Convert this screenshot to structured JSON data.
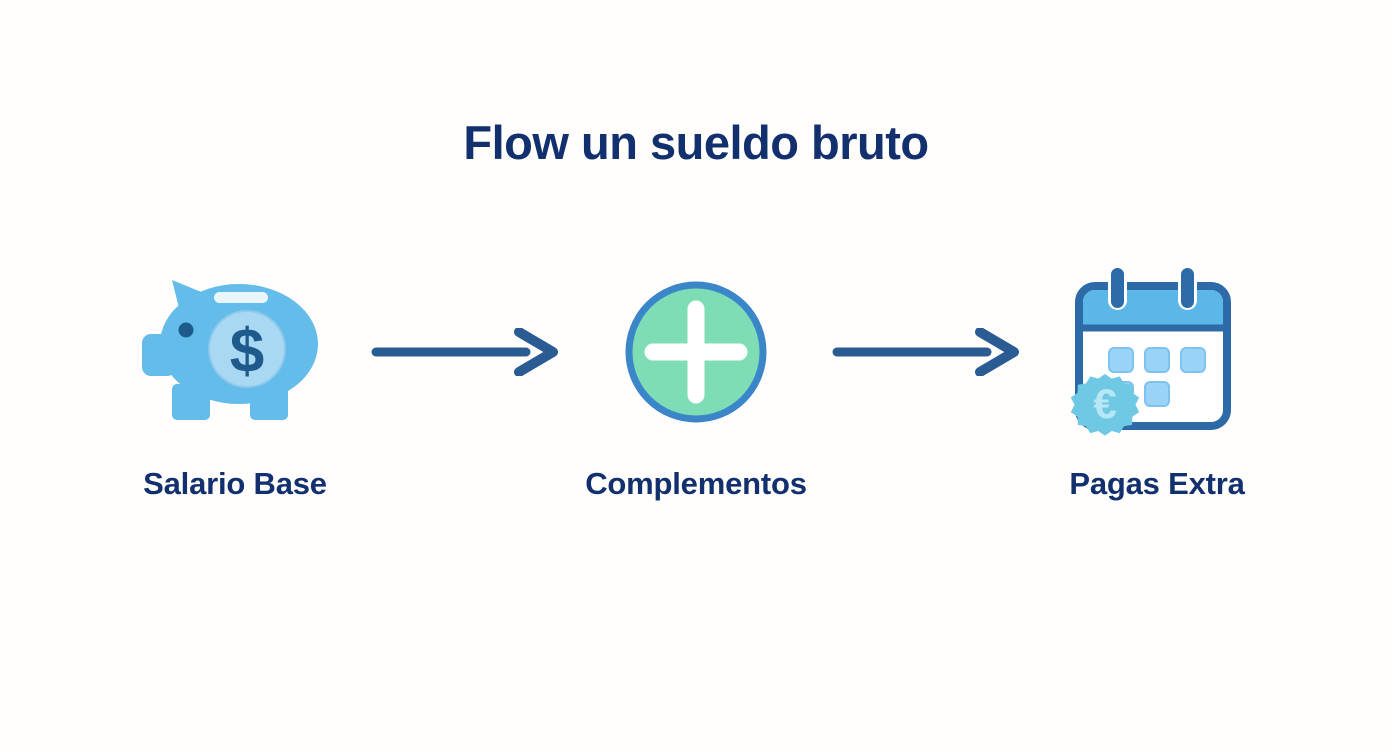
{
  "page": {
    "title": "Flow un sueldo bruto",
    "background_color": "#FFFEFD",
    "title_color": "#12306E"
  },
  "colors": {
    "navy": "#12306E",
    "arrow_blue": "#2A5B92",
    "piggy_blue": "#63BCEA",
    "piggy_coin_circle": "#A9D8F2",
    "piggy_dollar": "#1E5B8C",
    "plus_circle_fill": "#7FDDB6",
    "plus_circle_ring": "#3A86C8",
    "plus_glyph": "#FFFFFF",
    "calendar_outline": "#2C6AA8",
    "calendar_header": "#5BB7E8",
    "calendar_day": "#9BD3F7",
    "euro_badge": "#6FC9E5",
    "euro_glyph": "#B7E6F5"
  },
  "flow": {
    "steps": [
      {
        "id": "salario-base",
        "label": "Salario Base",
        "icon": "piggy-bank-icon"
      },
      {
        "id": "complementos",
        "label": "Complementos",
        "icon": "plus-circle-icon"
      },
      {
        "id": "pagas-extra",
        "label": "Pagas Extra",
        "icon": "calendar-euro-icon"
      }
    ],
    "arrows": [
      {
        "id": "arrow-1",
        "icon": "arrow-right-icon",
        "direction": "right"
      },
      {
        "id": "arrow-2",
        "icon": "arrow-right-icon",
        "direction": "right"
      }
    ]
  }
}
